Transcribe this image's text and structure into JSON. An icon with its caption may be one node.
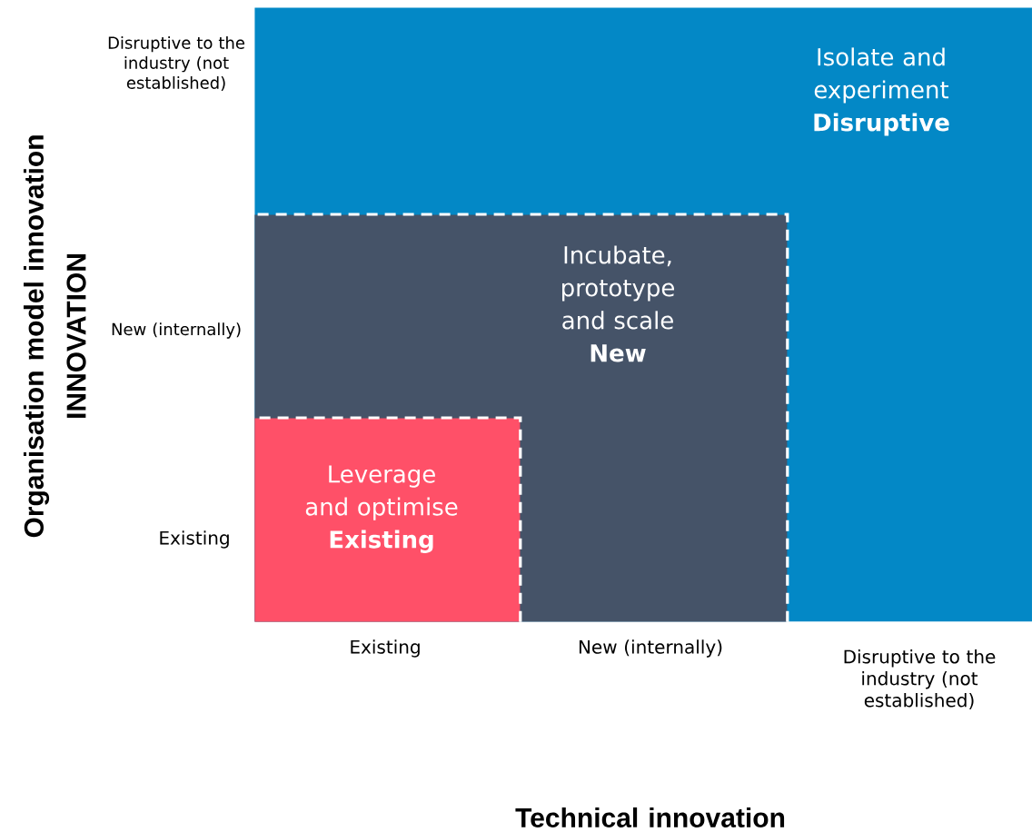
{
  "diagram": {
    "nodes": [
      {
        "text": [
          "Isolate and experiment",
          "Disruptive"
        ]
      },
      {
        "text": [
          "Incubate, prototype and scale",
          "New"
        ],
        "in": 0
      },
      {
        "text": [
          "Leverage and optimise",
          "Existing"
        ],
        "in": 1
      }
    ],
    "labels": [
      "Disruptive to the industry (not established)",
      "New (internally)",
      "Existing",
      "Organisation model innovation",
      "INNOVATION",
      "Existing",
      "New (internally)",
      "Disruptive to the industry (not established)",
      "Technical innovation"
    ]
  }
}
